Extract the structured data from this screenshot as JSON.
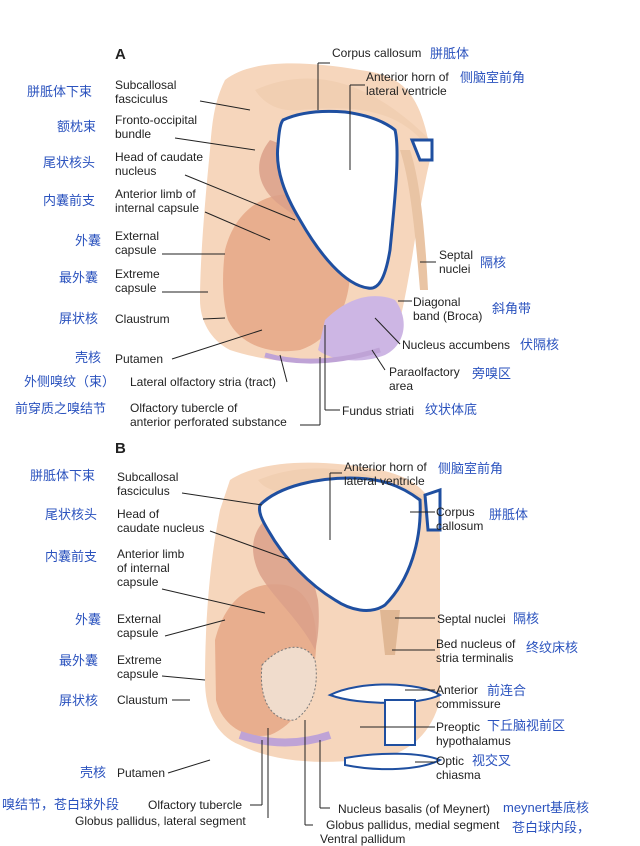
{
  "panelA": {
    "letter": "A",
    "left_en": [
      "Subcallosal\nfasciculus",
      "Fronto-occipital\nbundle",
      "Head of caudate\nnucleus",
      "Anterior limb of\ninternal capsule",
      "External\ncapsule",
      "Extreme\ncapsule",
      "Claustrum",
      "Putamen",
      "Lateral olfactory stria (tract)",
      "Olfactory tubercle of\nanterior perforated substance"
    ],
    "left_cn": [
      "胼胝体下束",
      "额枕束",
      "尾状核头",
      "内囊前支",
      "外囊",
      "最外囊",
      "屏状核",
      "壳核",
      "外侧嗅纹（束）",
      "前穿质之嗅结节"
    ],
    "right_en": [
      "Corpus callosum",
      "Anterior horn of\nlateral ventricle",
      "Septal\nnuclei",
      "Diagonal\nband (Broca)",
      "Nucleus accumbens",
      "Paraolfactory\narea",
      "Fundus striati"
    ],
    "right_cn": [
      "胼胝体",
      "侧脑室前角",
      "隔核",
      "斜角带",
      "伏隔核",
      "旁嗅区",
      "纹状体底"
    ]
  },
  "panelB": {
    "letter": "B",
    "left_en": [
      "Subcallosal\nfasciculus",
      "Head of\ncaudate nucleus",
      "Anterior limb\nof internal\ncapsule",
      "External\ncapsule",
      "Extreme\ncapsule",
      "Claustum",
      "Putamen",
      "Olfactory tubercle",
      "Globus pallidus, lateral segment"
    ],
    "left_cn": [
      "胼胝体下束",
      "尾状核头",
      "内囊前支",
      "外囊",
      "最外囊",
      "屏状核",
      "壳核",
      "嗅结节，苍白球外段"
    ],
    "right_en": [
      "Anterior horn of\nlateral ventricle",
      "Corpus\ncallosum",
      "Septal nuclei",
      "Bed nucleus of\nstria terminalis",
      "Anterior\ncommissure",
      "Preoptic\nhypothalamus",
      "Optic\nchiasma",
      "Nucleus basalis (of Meynert)",
      "Globus pallidus, medial segment",
      "Ventral pallidum"
    ],
    "right_cn": [
      "侧脑室前角",
      "胼胝体",
      "隔核",
      "终纹床核",
      "前连合",
      "下丘脑视前区",
      "视交叉",
      "meynert基底核",
      "苍白球内段，"
    ]
  },
  "colors": {
    "label_cn": "#2a52be",
    "ventricle_outline": "#1f4fa0",
    "tissue": "#f3c9a8",
    "putamen": "#e6a98a",
    "caudate": "#d99c86",
    "purple": "#c9b6e0"
  }
}
